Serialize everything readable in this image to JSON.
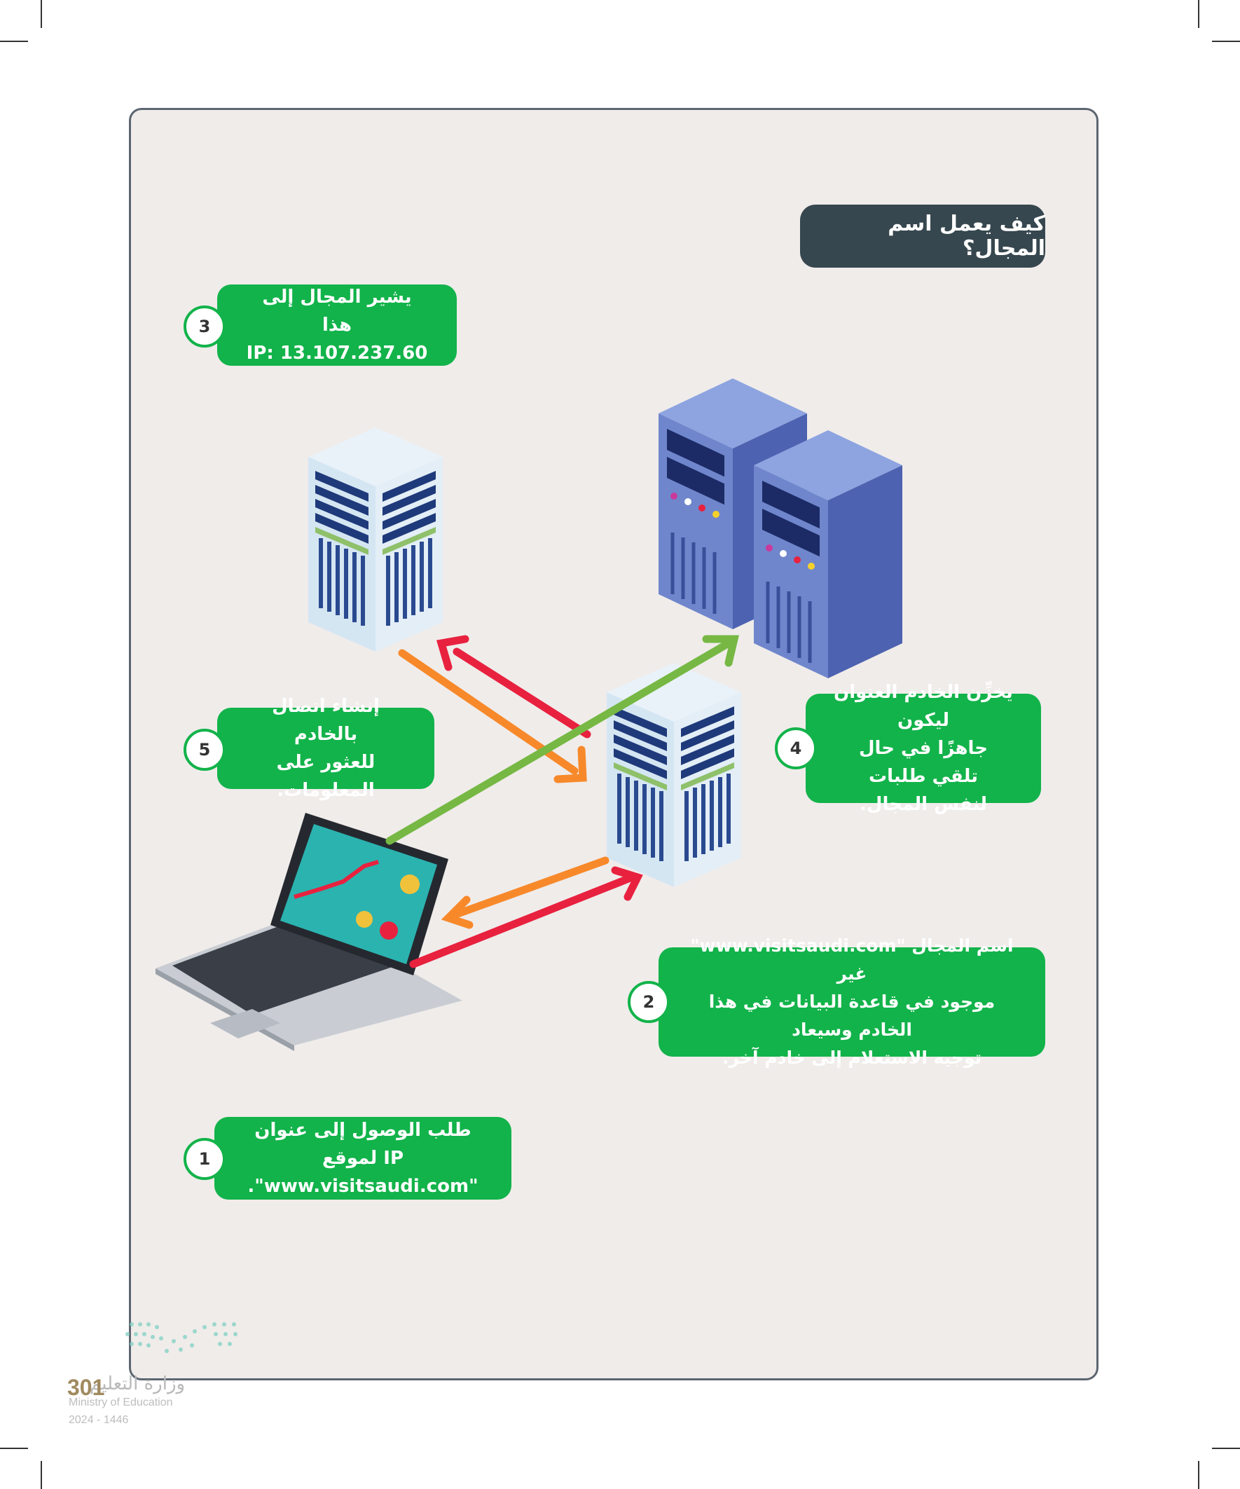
{
  "title": "كيف يعمل اسم المجال؟",
  "steps": [
    {
      "num": "1",
      "lines": [
        "طلب الوصول إلى عنوان IP لموقع",
        "\"www.visitsaudi.com\"."
      ]
    },
    {
      "num": "2",
      "lines": [
        "اسم المجال \"www.visitsaudi.com\" غير",
        "موجود في قاعدة البيانات في هذا الخادم وسيعاد",
        "توجيه الاستعلام إلى خادم آخر."
      ]
    },
    {
      "num": "3",
      "lines": [
        "يشير المجال إلى هذا",
        "IP: 13.107.237.60"
      ]
    },
    {
      "num": "4",
      "lines": [
        "يخزِّن الخادم العنوان ليكون",
        "جاهزًا في حال تلقي طلبات",
        "لنفس المجال."
      ]
    },
    {
      "num": "5",
      "lines": [
        "إنشاء اتصال بالخادم",
        "للعثور على المعلومات."
      ]
    }
  ],
  "footer": {
    "page_number": "301",
    "ministry_ar": "وزارة التعليم",
    "ministry_en": "Ministry of Education",
    "year": "2024 - 1446"
  },
  "colors": {
    "bubble_green": "#12b34a",
    "title_bg": "#37474f",
    "arrow_red": "#e8213f",
    "arrow_orange": "#f7892b",
    "arrow_green": "#76b843",
    "panel_bg": "#f0ecea"
  }
}
